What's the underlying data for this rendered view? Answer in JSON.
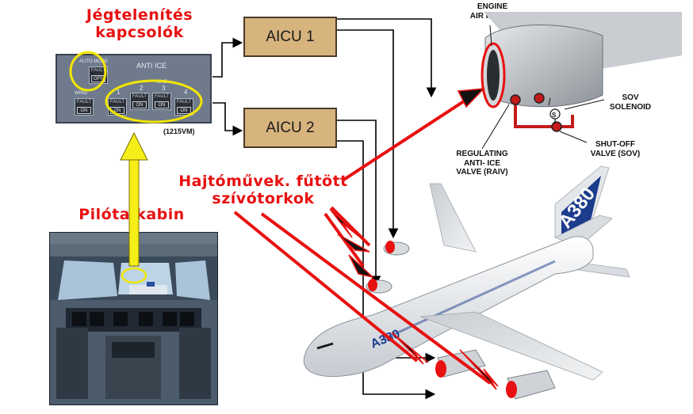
{
  "titles": {
    "switches_line1": "Jégtelenítés",
    "switches_line2": "kapcsolók",
    "cockpit": "Pilóta kabin",
    "intakes_line1": "Hajtóművek. fűtött",
    "intakes_line2": "szívótorkok"
  },
  "panel": {
    "auto_mode": "AUTO MODE",
    "anti_ice": "ANTI ICE",
    "eng": "ENG",
    "wing": "WING",
    "eng_numbers": [
      "1",
      "2",
      "3",
      "4"
    ],
    "fault": "FAULT",
    "off": "OFF",
    "on": "ON",
    "part_no": "(1215VM)"
  },
  "units": {
    "aicu1": "AICU 1",
    "aicu2": "AICU 2"
  },
  "engine_labels": {
    "intake_line1": "ENGINE",
    "intake_line2": "AIR INTAKE",
    "sov_line1": "SOV",
    "sov_line2": "SOLENOID",
    "shutoff_line1": "SHUT-OFF",
    "shutoff_line2": "VALVE (SOV)",
    "raiv_line1": "REGULATING",
    "raiv_line2": "ANTI- ICE",
    "raiv_line3": "VALVE (RAIV)",
    "s_marker": "S"
  },
  "aircraft": {
    "tail_text": "A380",
    "fuselage_text": "A380"
  },
  "colors": {
    "accent_red": "#e81010",
    "highlight_yellow": "#f2e600",
    "aicu_fill": "#d7b37d",
    "panel_fill": "#6f7b8c",
    "airbus_blue": "#1c3c8c"
  }
}
